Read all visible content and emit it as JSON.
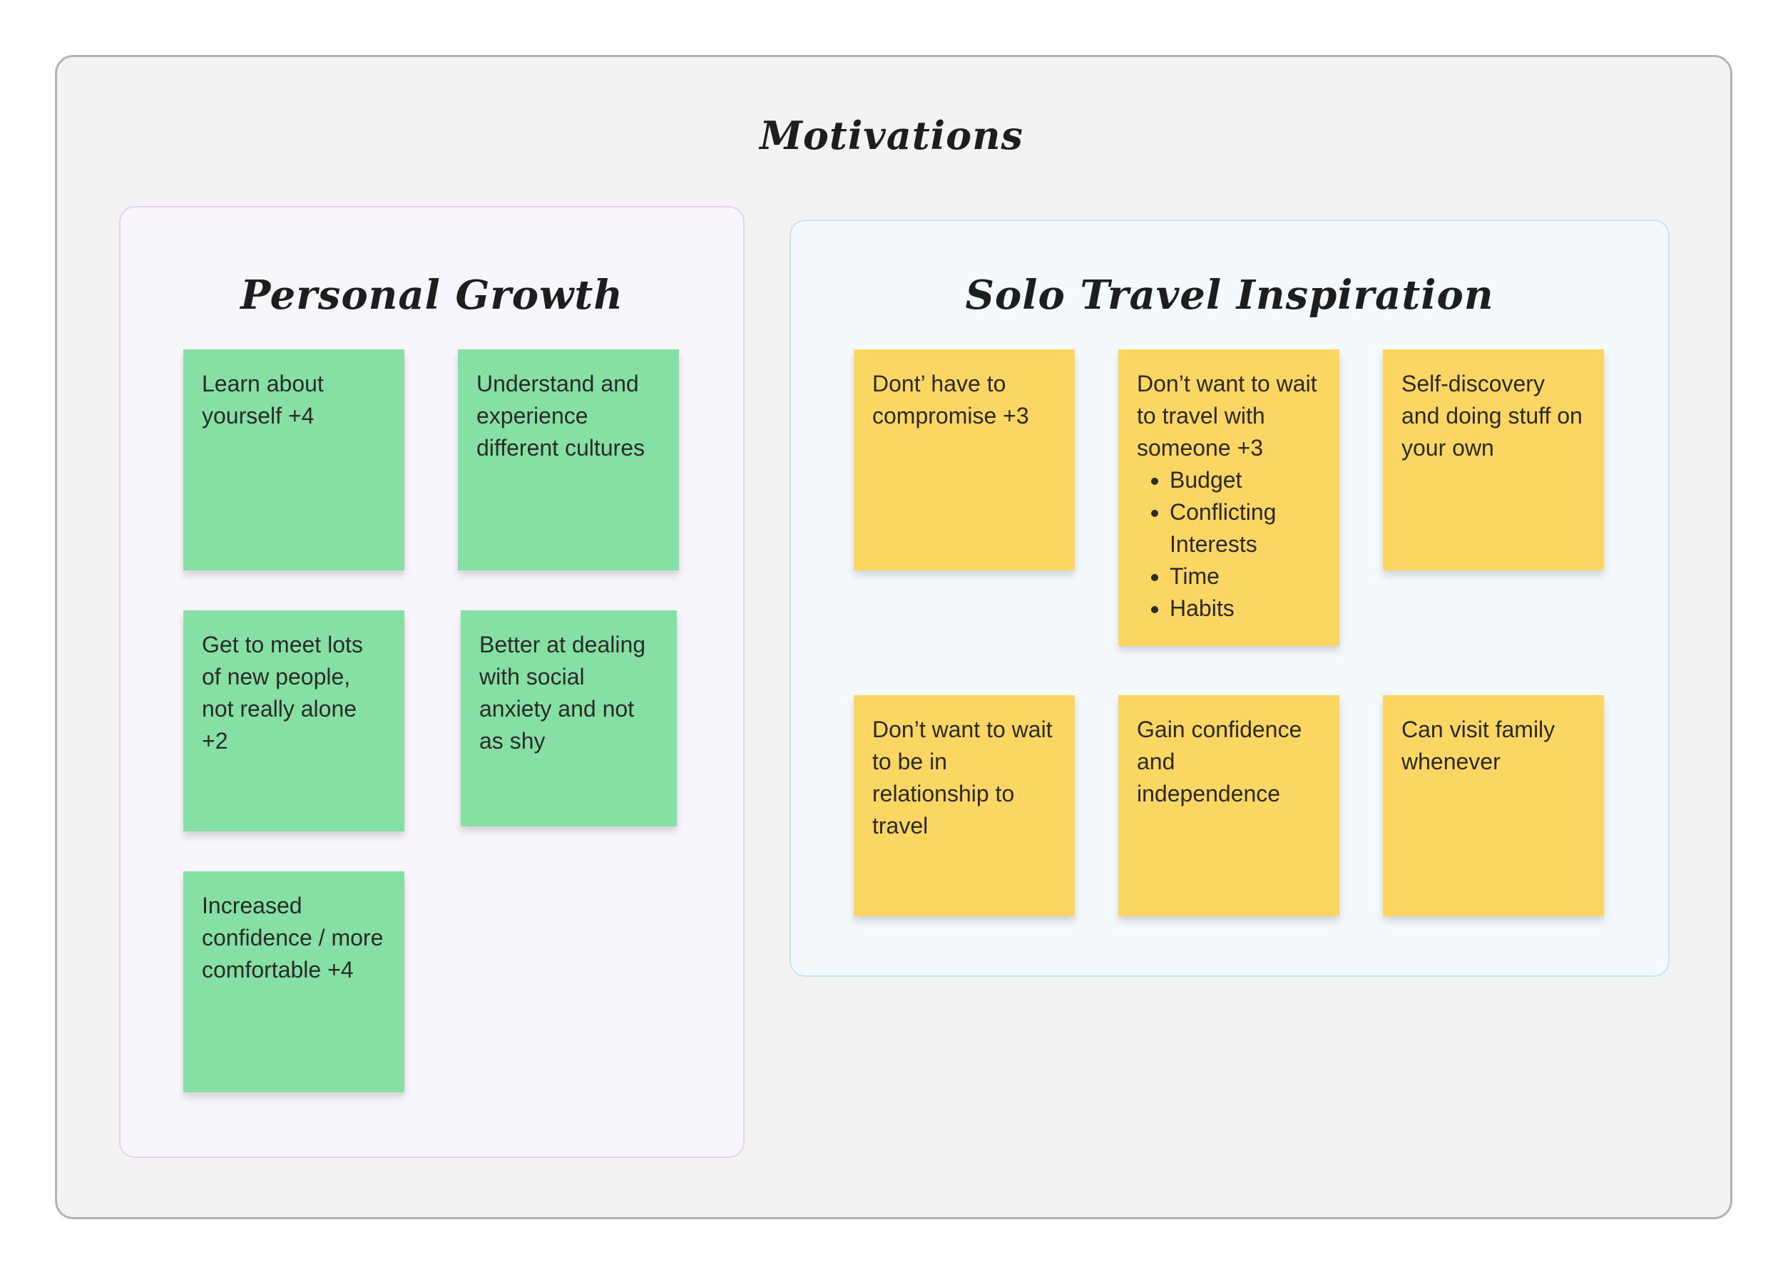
{
  "board": {
    "title": "Motivations"
  },
  "sections": {
    "personal_growth": {
      "title": "Personal Growth",
      "notes": [
        "Learn about yourself +4",
        "Understand and experience different cultures",
        "Get to meet lots of new people, not really alone +2",
        "Better at dealing with social anxiety and not as shy",
        "Increased confidence / more comfortable +4"
      ]
    },
    "solo_travel": {
      "title": "Solo Travel Inspiration",
      "notes": [
        "Dont’ have to compromise +3",
        "Don’t want to wait to travel with someone +3",
        "Self-discovery and doing stuff on your own",
        "Don’t want to wait to be in relationship to travel",
        "Gain confidence and independence",
        "Can visit family whenever"
      ],
      "bullets": [
        "Budget",
        "Conflicting Interests",
        "Time",
        "Habits"
      ]
    }
  },
  "colors": {
    "board_bg": "#f3f3f3",
    "growth_section_bg": "#f8f5fc",
    "travel_section_bg": "#f3f9fc",
    "green_note": "#86e0a3",
    "yellow_note": "#fcd663"
  }
}
